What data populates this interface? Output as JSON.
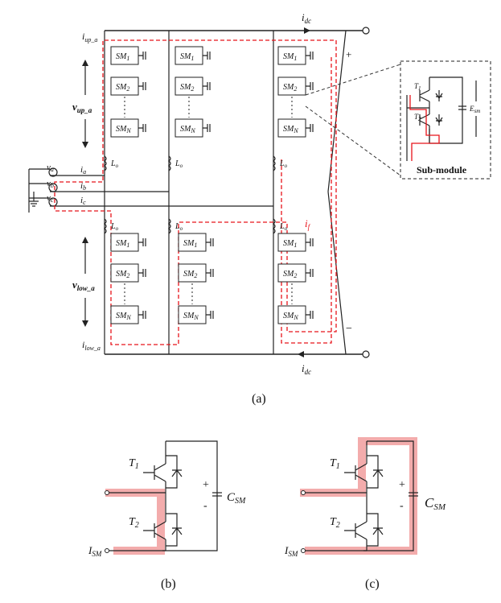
{
  "panel_a": {
    "caption": "(a)",
    "sm_labels": [
      "SM",
      "1",
      "2",
      "N"
    ],
    "i_dc_top": "i",
    "i_dc_sub": "dc",
    "i_dc_bottom": "i",
    "i_dc_bottom_sub": "dc",
    "i_up_a": "i",
    "i_up_a_sub": "up_a",
    "i_low_a": "i",
    "i_low_a_sub": "low_a",
    "v_up_a": "v",
    "v_up_a_sub": "up_a",
    "v_low_a": "v",
    "v_low_a_sub": "low_a",
    "i_f": "i",
    "i_f_sub": "f",
    "inductor": "L",
    "inductor_sub": "o",
    "va": "v",
    "va_sub": "a",
    "vb": "v",
    "vb_sub": "b",
    "vc": "v",
    "vc_sub": "c",
    "ia": "i",
    "ia_sub": "a",
    "ib": "i",
    "ib_sub": "b",
    "ic": "i",
    "ic_sub": "c",
    "plus": "+",
    "minus": "−",
    "submodule_title": "Sub-module",
    "e_sm": "E",
    "e_sm_sub": "sm",
    "t1": "T",
    "t1_sub": "1",
    "t2": "T",
    "t2_sub": "2"
  },
  "panel_b": {
    "caption": "(b)",
    "t1": "T",
    "t1_sub": "1",
    "t2": "T",
    "t2_sub": "2",
    "c_sm": "C",
    "c_sm_sub": "SM",
    "i_sm": "I",
    "i_sm_sub": "SM",
    "plus": "+",
    "minus": "-"
  },
  "panel_c": {
    "caption": "(c)",
    "t1": "T",
    "t1_sub": "1",
    "t2": "T",
    "t2_sub": "2",
    "c_sm": "C",
    "c_sm_sub": "SM",
    "i_sm": "I",
    "i_sm_sub": "SM",
    "plus": "+",
    "minus": "-"
  }
}
